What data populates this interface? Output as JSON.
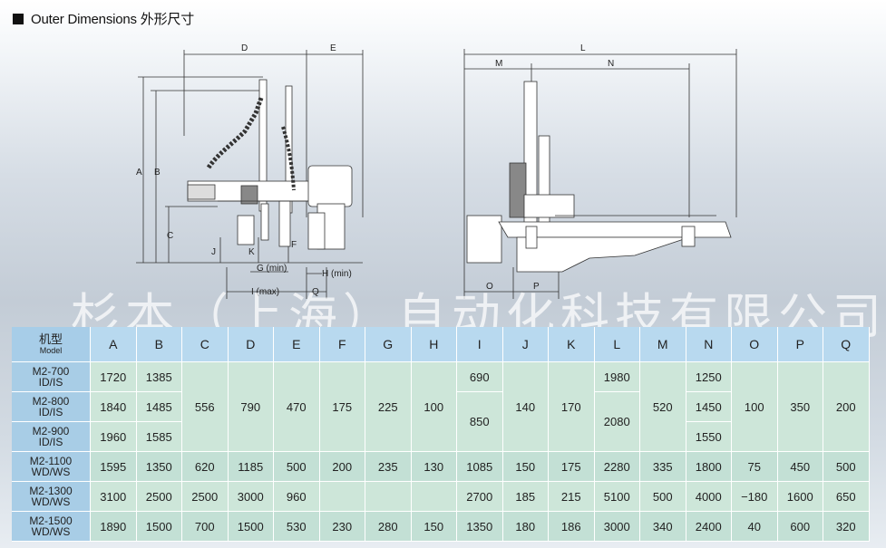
{
  "header": {
    "title": "Outer Dimensions 外形尺寸"
  },
  "drawing_left": {
    "dims": [
      "D",
      "E",
      "A",
      "B",
      "C",
      "J",
      "K",
      "F",
      "G (min)",
      "H (min)",
      "I (max)",
      "Q"
    ]
  },
  "drawing_right": {
    "dims": [
      "L",
      "M",
      "N",
      "O",
      "P"
    ]
  },
  "watermark": "杉本（上海）自动化科技有限公司",
  "table": {
    "model_header": {
      "cn": "机型",
      "en": "Model"
    },
    "columns": [
      "A",
      "B",
      "C",
      "D",
      "E",
      "F",
      "G",
      "H",
      "I",
      "J",
      "K",
      "L",
      "M",
      "N",
      "O",
      "P",
      "Q"
    ],
    "rows": [
      {
        "model": [
          "M2-700",
          "ID/IS"
        ],
        "A": "1720",
        "B": "1385",
        "C": "556",
        "D": "790",
        "E": "470",
        "F": "175",
        "G": "225",
        "H": "100",
        "I_a": "690",
        "I_b": "850",
        "J": "140",
        "K": "170",
        "L_a": "1980",
        "L_b": "2080",
        "M": "520",
        "N": "1250",
        "O": "100",
        "P": "350",
        "Q": "200"
      },
      {
        "model": [
          "M2-800",
          "ID/IS"
        ],
        "A": "1840",
        "B": "1485",
        "N": "1450"
      },
      {
        "model": [
          "M2-900",
          "ID/IS"
        ],
        "A": "1960",
        "B": "1585",
        "N": "1550"
      },
      {
        "model": [
          "M2-1100",
          "WD/WS"
        ],
        "A": "1595",
        "B": "1350",
        "C": "620",
        "D": "1185",
        "E": "500",
        "F": "200",
        "G": "235",
        "H": "130",
        "I": "1085",
        "J": "150",
        "K": "175",
        "L": "2280",
        "M": "335",
        "N": "1800",
        "O": "75",
        "P": "450",
        "Q": "500"
      },
      {
        "model": [
          "M2-1300",
          "WD/WS"
        ],
        "A": "3100",
        "B": "2500",
        "C": "2500",
        "D": "3000",
        "E": "960",
        "F": "",
        "G": "",
        "H": "",
        "I": "2700",
        "J": "185",
        "K": "215",
        "L": "5100",
        "M": "500",
        "N": "4000",
        "O": "−180",
        "P": "1600",
        "Q": "650"
      },
      {
        "model": [
          "M2-1500",
          "WD/WS"
        ],
        "A": "1890",
        "B": "1500",
        "C": "700",
        "D": "1500",
        "E": "530",
        "F": "230",
        "G": "280",
        "H": "150",
        "I": "1350",
        "J": "180",
        "K": "186",
        "L": "3000",
        "M": "340",
        "N": "2400",
        "O": "40",
        "P": "600",
        "Q": "320"
      }
    ]
  },
  "colors": {
    "header_cell": "#b8d9ef",
    "model_cell": "#a8cde6",
    "data_cell": "#cde6d9"
  }
}
